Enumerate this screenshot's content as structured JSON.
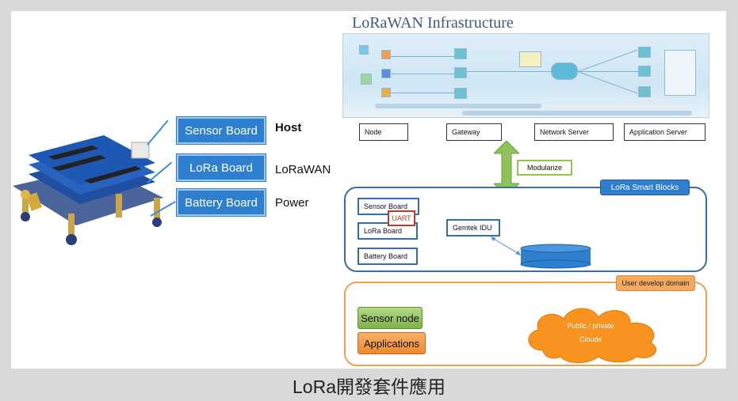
{
  "infrastructure": {
    "title": "LoRaWAN Infrastructure",
    "tiers": [
      "Node",
      "Gateway",
      "Network Server",
      "Application Server"
    ]
  },
  "device_labels": {
    "sensor_board": "Sensor Board",
    "lora_board": "LoRa Board",
    "battery_board": "Battery Board"
  },
  "role_labels": {
    "host": "Host",
    "lorawan": "LoRaWAN",
    "power": "Power"
  },
  "modularize": "Modularize",
  "smart_blocks": {
    "title": "LoRa Smart Blocks",
    "sensor_board": "Sensor Board",
    "uart": "UART",
    "lora_board": "LoRa Board",
    "battery_board": "Battery Board",
    "idu": "Gemtek IDU"
  },
  "user_domain": {
    "title": "User develop domain",
    "sensor_node": "Sensor node",
    "applications": "Applications",
    "cloud_line1": "Public / private",
    "cloud_line2": "Clouds"
  },
  "caption": "LoRa開發套件應用",
  "colors": {
    "board_blue": "#2f7fd0",
    "frame_blue": "#3a6ea8",
    "frame_orange": "#f0a050",
    "arrow_green": "#8fc25a",
    "cloud_orange": "#f7931e"
  }
}
